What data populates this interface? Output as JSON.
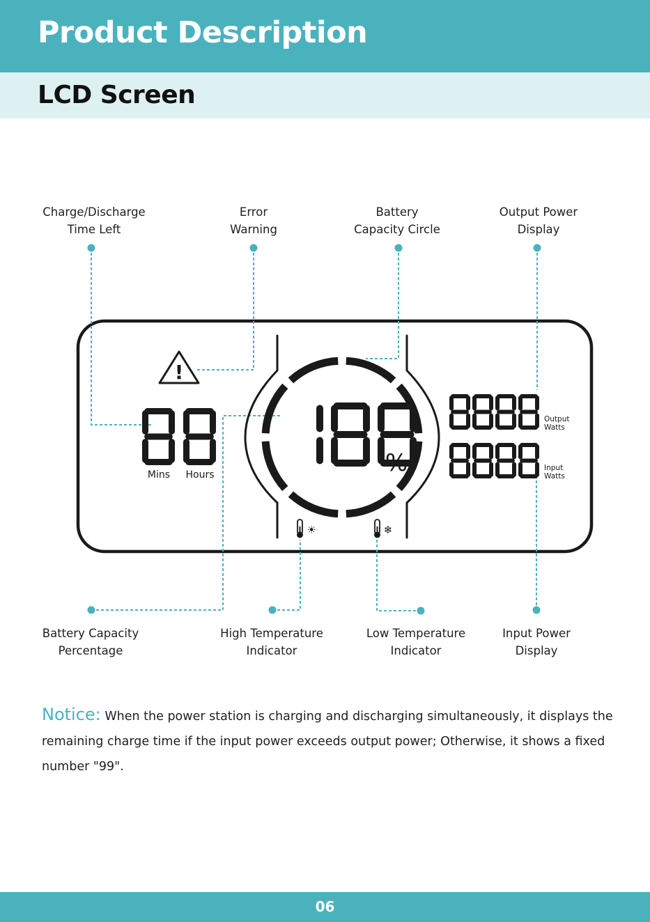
{
  "header": {
    "title": "Product Description"
  },
  "section": {
    "title": "LCD Screen"
  },
  "callouts": {
    "time_left": {
      "line1": "Charge/Discharge",
      "line2": "Time Left"
    },
    "error": {
      "line1": "Error",
      "line2": "Warning"
    },
    "capacity_circle": {
      "line1": "Battery",
      "line2": "Capacity Circle"
    },
    "output_power": {
      "line1": "Output Power",
      "line2": "Display"
    },
    "capacity_pct": {
      "line1": "Battery Capacity",
      "line2": "Percentage"
    },
    "high_temp": {
      "line1": "High Temperature",
      "line2": "Indicator"
    },
    "low_temp": {
      "line1": "Low Temperature",
      "line2": "Indicator"
    },
    "input_power": {
      "line1": "Input Power",
      "line2": "Display"
    }
  },
  "lcd": {
    "time_digits": "88",
    "mins_label": "Mins",
    "hours_label": "Hours",
    "percent_digits": "188",
    "percent_sign": "%",
    "output_digits": "8888",
    "output_label_1": "Output",
    "output_label_2": "Watts",
    "input_digits": "8888",
    "input_label_1": "Input",
    "input_label_2": "Watts",
    "warning_mark": "!",
    "sun_symbol": "☀",
    "snow_symbol": "❄"
  },
  "notice": {
    "title": "Notice:",
    "text": "When the power station is charging and discharging simultaneously, it displays the remaining charge time if the input power exceeds output power; Otherwise, it shows a fixed number \"99\"."
  },
  "footer": {
    "page_number": "06"
  },
  "colors": {
    "accent": "#4ab2bd",
    "accent_light": "#ddf0f2",
    "ink": "#1a1a1a"
  }
}
